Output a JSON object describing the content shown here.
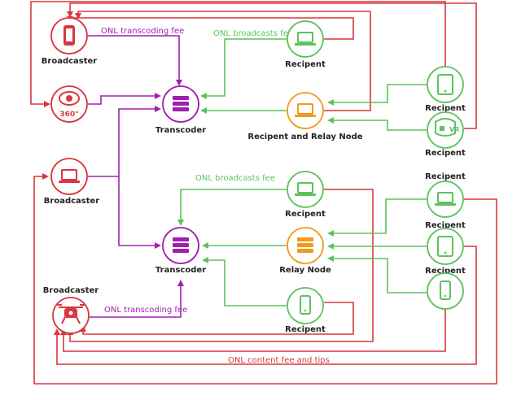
{
  "colors": {
    "red": "#d9363e",
    "purple": "#a020b0",
    "green": "#5cc35c",
    "orange": "#f29a1b"
  },
  "nodes": {
    "broadcaster_top": {
      "label": "Broadcaster",
      "icon": "phone-icon"
    },
    "camera_360": {
      "label": "",
      "icon": "360-camera-icon",
      "badge": "360°"
    },
    "transcoder_top": {
      "label": "Transcoder",
      "icon": "server-stack-icon"
    },
    "recipient_top": {
      "label": "Recipent",
      "icon": "laptop-icon"
    },
    "relay_top": {
      "label": "Recipent and Relay Node",
      "icon": "laptop-icon"
    },
    "recipient_tablet_top": {
      "label": "Recipent",
      "icon": "tablet-icon"
    },
    "recipient_vr": {
      "label": "Recipent",
      "icon": "vr-headset-icon",
      "badge": "VR"
    },
    "broadcaster_mid": {
      "label": "Broadcaster",
      "icon": "laptop-icon"
    },
    "recipient_mid": {
      "label": "Recipent",
      "icon": "laptop-icon"
    },
    "recipient_mid_right_title": {
      "label": "Recipent"
    },
    "recipient_laptop_right": {
      "label": "Recipent",
      "icon": "laptop-icon"
    },
    "transcoder_bottom": {
      "label": "Transcoder",
      "icon": "server-stack-icon"
    },
    "relay_bottom": {
      "label": "Relay Node",
      "icon": "server-stack-icon"
    },
    "recipient_tablet_right": {
      "label": "Recipent",
      "icon": "tablet-icon"
    },
    "recipient_phone_right": {
      "label": "",
      "icon": "phone-icon"
    },
    "broadcaster_drone": {
      "label": "Broadcaster",
      "icon": "drone-camera-icon"
    },
    "recipient_bottom": {
      "label": "Recipent",
      "icon": "phone-icon"
    }
  },
  "edge_labels": {
    "onl_transcoding_fee_top": "ONL transcoding fee",
    "onl_broadcasts_fee_top": "ONL broadcasts fee",
    "onl_broadcasts_fee_mid": "ONL broadcasts fee",
    "onl_transcoding_fee_bottom": "ONL transcoding fee",
    "onl_content_fee": "ONL content fee and tips"
  }
}
